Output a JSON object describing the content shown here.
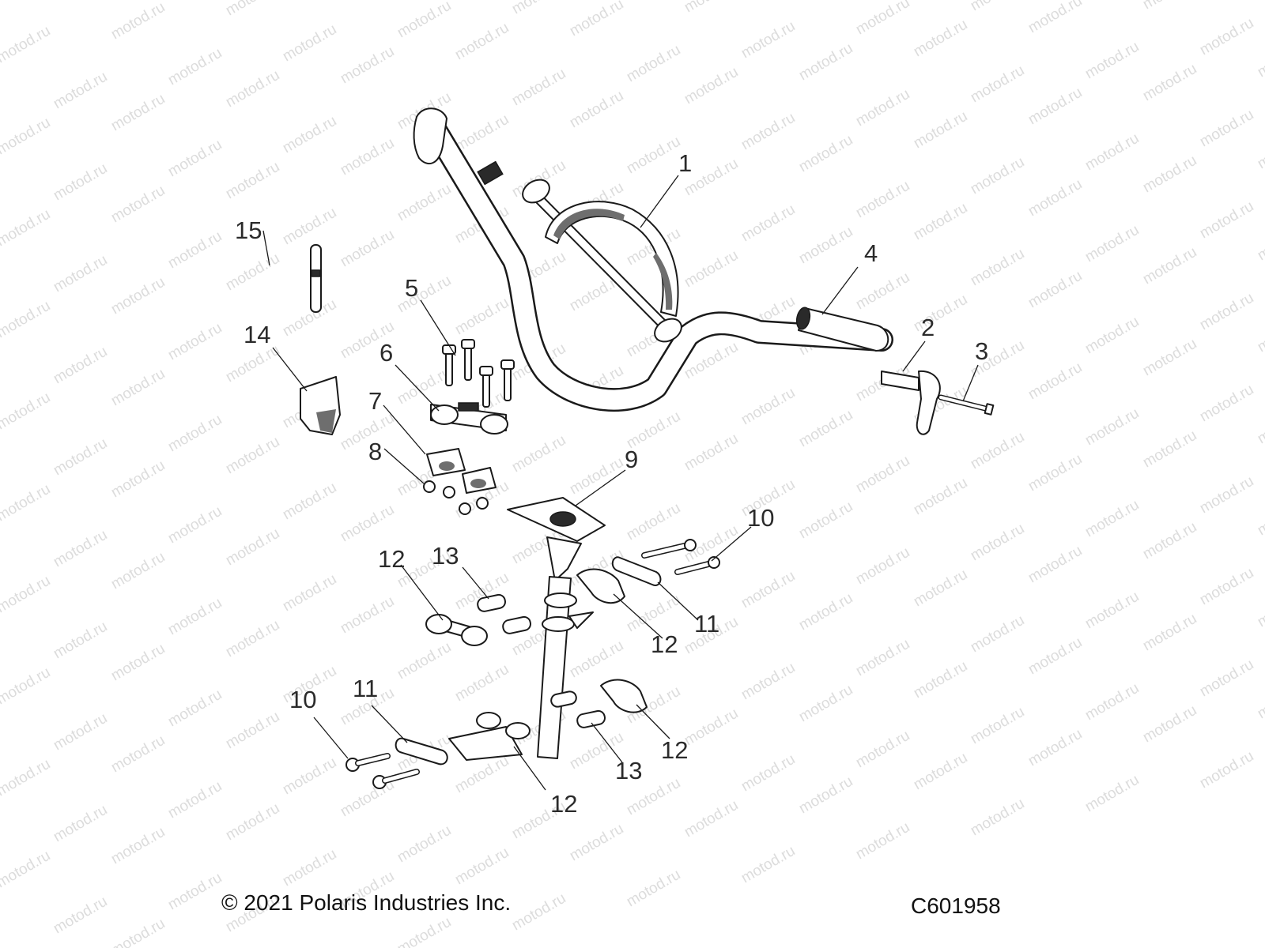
{
  "watermark": {
    "text": "motod.ru"
  },
  "callouts": [
    {
      "id": "1",
      "label": "1"
    },
    {
      "id": "2",
      "label": "2"
    },
    {
      "id": "3",
      "label": "3"
    },
    {
      "id": "4",
      "label": "4"
    },
    {
      "id": "5",
      "label": "5"
    },
    {
      "id": "6",
      "label": "6"
    },
    {
      "id": "7",
      "label": "7"
    },
    {
      "id": "8",
      "label": "8"
    },
    {
      "id": "9",
      "label": "9"
    },
    {
      "id": "10a",
      "label": "10"
    },
    {
      "id": "10b",
      "label": "10"
    },
    {
      "id": "11a",
      "label": "11"
    },
    {
      "id": "11b",
      "label": "11"
    },
    {
      "id": "12a",
      "label": "12"
    },
    {
      "id": "12b",
      "label": "12"
    },
    {
      "id": "12c",
      "label": "12"
    },
    {
      "id": "12d",
      "label": "12"
    },
    {
      "id": "13a",
      "label": "13"
    },
    {
      "id": "13b",
      "label": "13"
    },
    {
      "id": "14",
      "label": "14"
    },
    {
      "id": "15",
      "label": "15"
    }
  ],
  "footer": {
    "copyright": "© 2021 Polaris Industries Inc.",
    "figure_code": "C601958"
  }
}
